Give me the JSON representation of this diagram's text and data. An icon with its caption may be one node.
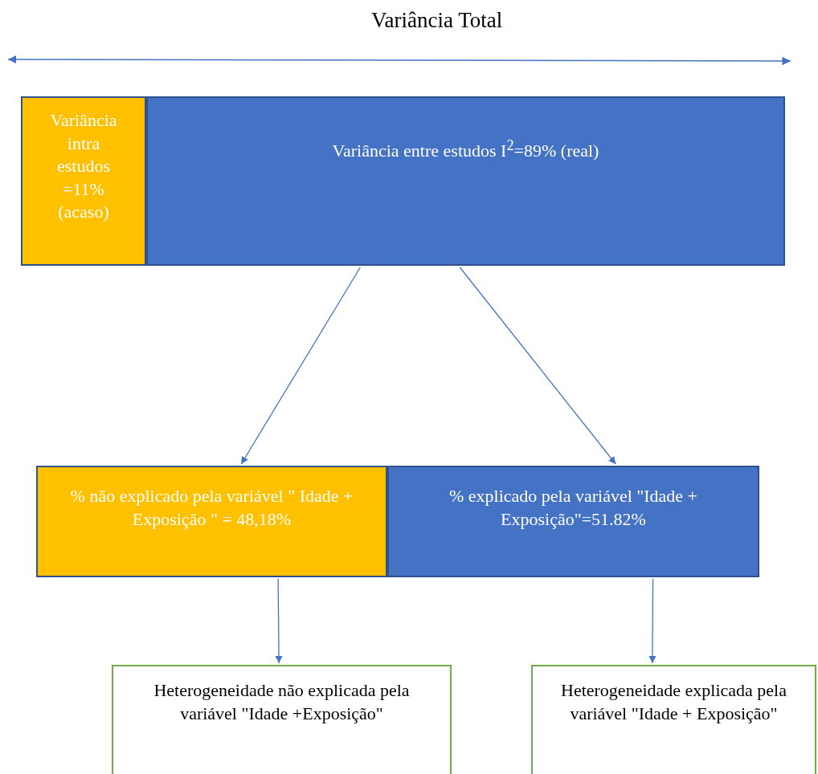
{
  "diagram": {
    "nodes": [
      {
        "text": [
          "Variância intra estudos =11% (acaso)"
        ]
      },
      {
        "text": [
          "Variância entre estudos I$^{2}$=89% (real)"
        ]
      },
      {
        "text": [
          "% não explicado pela variável \" Idade + Exposição \" = 48,18%"
        ]
      },
      {
        "text": [
          "% explicado pela variável \"Idade + Exposição\"=51.82%"
        ]
      },
      {
        "text": [
          "Heterogeneidade não explicada pela variável \"Idade +Exposição\""
        ]
      },
      {
        "text": [
          "Heterogeneidade explicada pela variável \"Idade + Exposição\""
        ]
      }
    ],
    "edges": [
      {
        "from": 1,
        "to": 2,
        "arrow": "to"
      },
      {
        "from": 1,
        "to": 3,
        "arrow": "to"
      },
      {
        "from": 2,
        "to": 4,
        "arrow": "to"
      },
      {
        "from": 3,
        "to": 5,
        "arrow": "to"
      }
    ],
    "labels": [
      "Variância Total"
    ]
  }
}
